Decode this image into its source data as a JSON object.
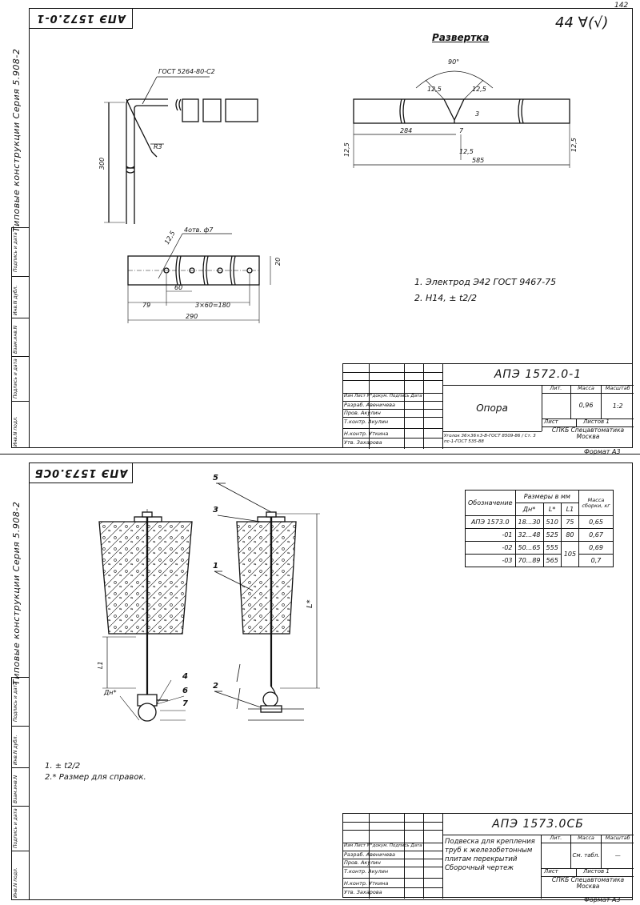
{
  "page_number": "142",
  "sheet1": {
    "corner_tag": "АПЭ 1572.0-1",
    "side_series": "Типовые конструкции  Серия 5.908-2",
    "side_cells": [
      "Инв.N подл.",
      "Подпись и дата",
      "Взам.инв.N",
      "Инв.N дубл.",
      "Подпись и дата"
    ],
    "handwritten_mark": "44 ∀(√)",
    "unfold_title": "Развертка",
    "gost_label": "ГОСТ 5264-80-С2",
    "dims": {
      "height_300": "300",
      "radius": "R3",
      "angle": "90°",
      "r12_5": "12,5",
      "d284": "284",
      "d7": "7",
      "d3": "3",
      "d585": "585",
      "holes": "4отв. ф7",
      "d20": "20",
      "d60": "60",
      "d79": "79",
      "d3x60": "3×60=180",
      "d290": "290"
    },
    "notes": [
      "1. Электрод Э42  ГОСТ 9467-75",
      "2. Н14, ± t2/2"
    ],
    "title_block": {
      "code": "АПЭ 1572.0-1",
      "name": "Опора",
      "lit": "Лит.",
      "mass_h": "Масса",
      "scale_h": "Масштаб",
      "mass": "0,96",
      "scale": "1:2",
      "sheet": "Лист",
      "sheets": "Листов 1",
      "org": "СПКБ Спецавтоматика Москва",
      "material": "Уголок 36×36×3-В-ГОСТ 8509-86 / Ст. 3 пс-1-ГОСТ 535-88",
      "rows": [
        [
          "Изм",
          "Лист",
          "N°докум.",
          "Подпись",
          "Дата"
        ],
        [
          "Разраб.",
          "Авеничева",
          "",
          ""
        ],
        [
          "Пров.",
          "Акулин",
          "",
          ""
        ],
        [
          "Т.контр.",
          "Акулин",
          "",
          ""
        ],
        [
          "Н.контр.",
          "Уткина",
          "",
          ""
        ],
        [
          "Утв.",
          "Захарова",
          "",
          ""
        ]
      ],
      "format": "Формат А3"
    }
  },
  "sheet2": {
    "corner_tag": "АПЭ 1573.0СБ",
    "side_series": "Типовые конструкции  Серия 5.908-2",
    "callouts": [
      "5",
      "3",
      "1",
      "2",
      "4",
      "6",
      "7"
    ],
    "labels": {
      "L1": "L1",
      "Lstar": "L*",
      "Dn": "Дн*"
    },
    "spec_table": {
      "header_top": [
        "Обозначение",
        "Размеры в мм",
        "Масса сборки, кг"
      ],
      "header_sub": [
        "Дн*",
        "L*",
        "L1"
      ],
      "rows": [
        [
          "АПЭ 1573.0",
          "18...30",
          "510",
          "75",
          "0,65"
        ],
        [
          "-01",
          "32...48",
          "525",
          "80",
          "0,67"
        ],
        [
          "-02",
          "50...65",
          "555",
          "105",
          "0,69"
        ],
        [
          "-03",
          "70...89",
          "565",
          "",
          "0,7"
        ]
      ]
    },
    "notes": [
      "1. ± t2/2",
      "2.* Размер для справок."
    ],
    "title_block": {
      "code": "АПЭ 1573.0СБ",
      "name": "Подвеска для крепления труб к железобетонным плитам перекрытий Сборочный чертеж",
      "lit": "Лит.",
      "mass_h": "Масса",
      "scale_h": "Масштаб",
      "mass": "См. табл.",
      "scale": "—",
      "sheet": "Лист",
      "sheets": "Листов 1",
      "org": "СПКБ Спецавтоматика Москва",
      "format": "Формат А3"
    }
  }
}
